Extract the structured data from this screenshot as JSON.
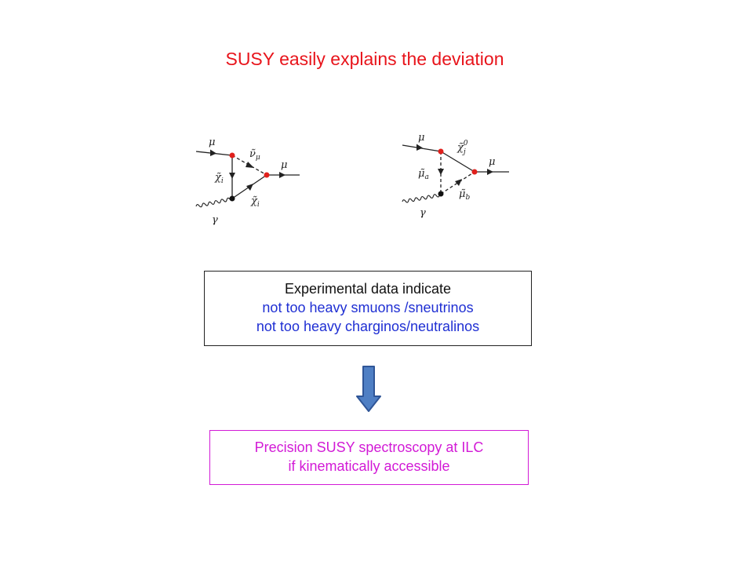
{
  "title": "SUSY easily explains the deviation",
  "diagram_left": {
    "labels": {
      "mu_in": "μ",
      "sneutrino": "ν̃",
      "sneutrino_sub": "μ",
      "mu_out": "μ",
      "chargino_left": "χ̃",
      "chargino_left_sub": "i",
      "chargino_right": "χ̃",
      "chargino_right_sub": "i",
      "photon": "γ"
    }
  },
  "diagram_right": {
    "labels": {
      "mu_in": "μ",
      "neutralino": "χ̃",
      "neutralino_sub": "j",
      "neutralino_sup": "0",
      "mu_out": "μ",
      "smuon_a": "μ̃",
      "smuon_a_sub": "a",
      "smuon_b": "μ̃",
      "smuon_b_sub": "b",
      "photon": "γ"
    }
  },
  "box_data": {
    "line1": "Experimental data indicate",
    "line2": "not too heavy smuons /sneutrinos",
    "line3": "not too heavy charginos/neutralinos"
  },
  "box_conclusion": {
    "line1": "Precision SUSY spectroscopy at ILC",
    "line2": "if kinematically accessible"
  },
  "colors": {
    "title": "#e8141b",
    "blue_text": "#1f2fd3",
    "magenta": "#d21ad6",
    "arrow_fill": "#4f7fc4",
    "arrow_stroke": "#2f5597",
    "vertex_red": "#e0201c"
  }
}
